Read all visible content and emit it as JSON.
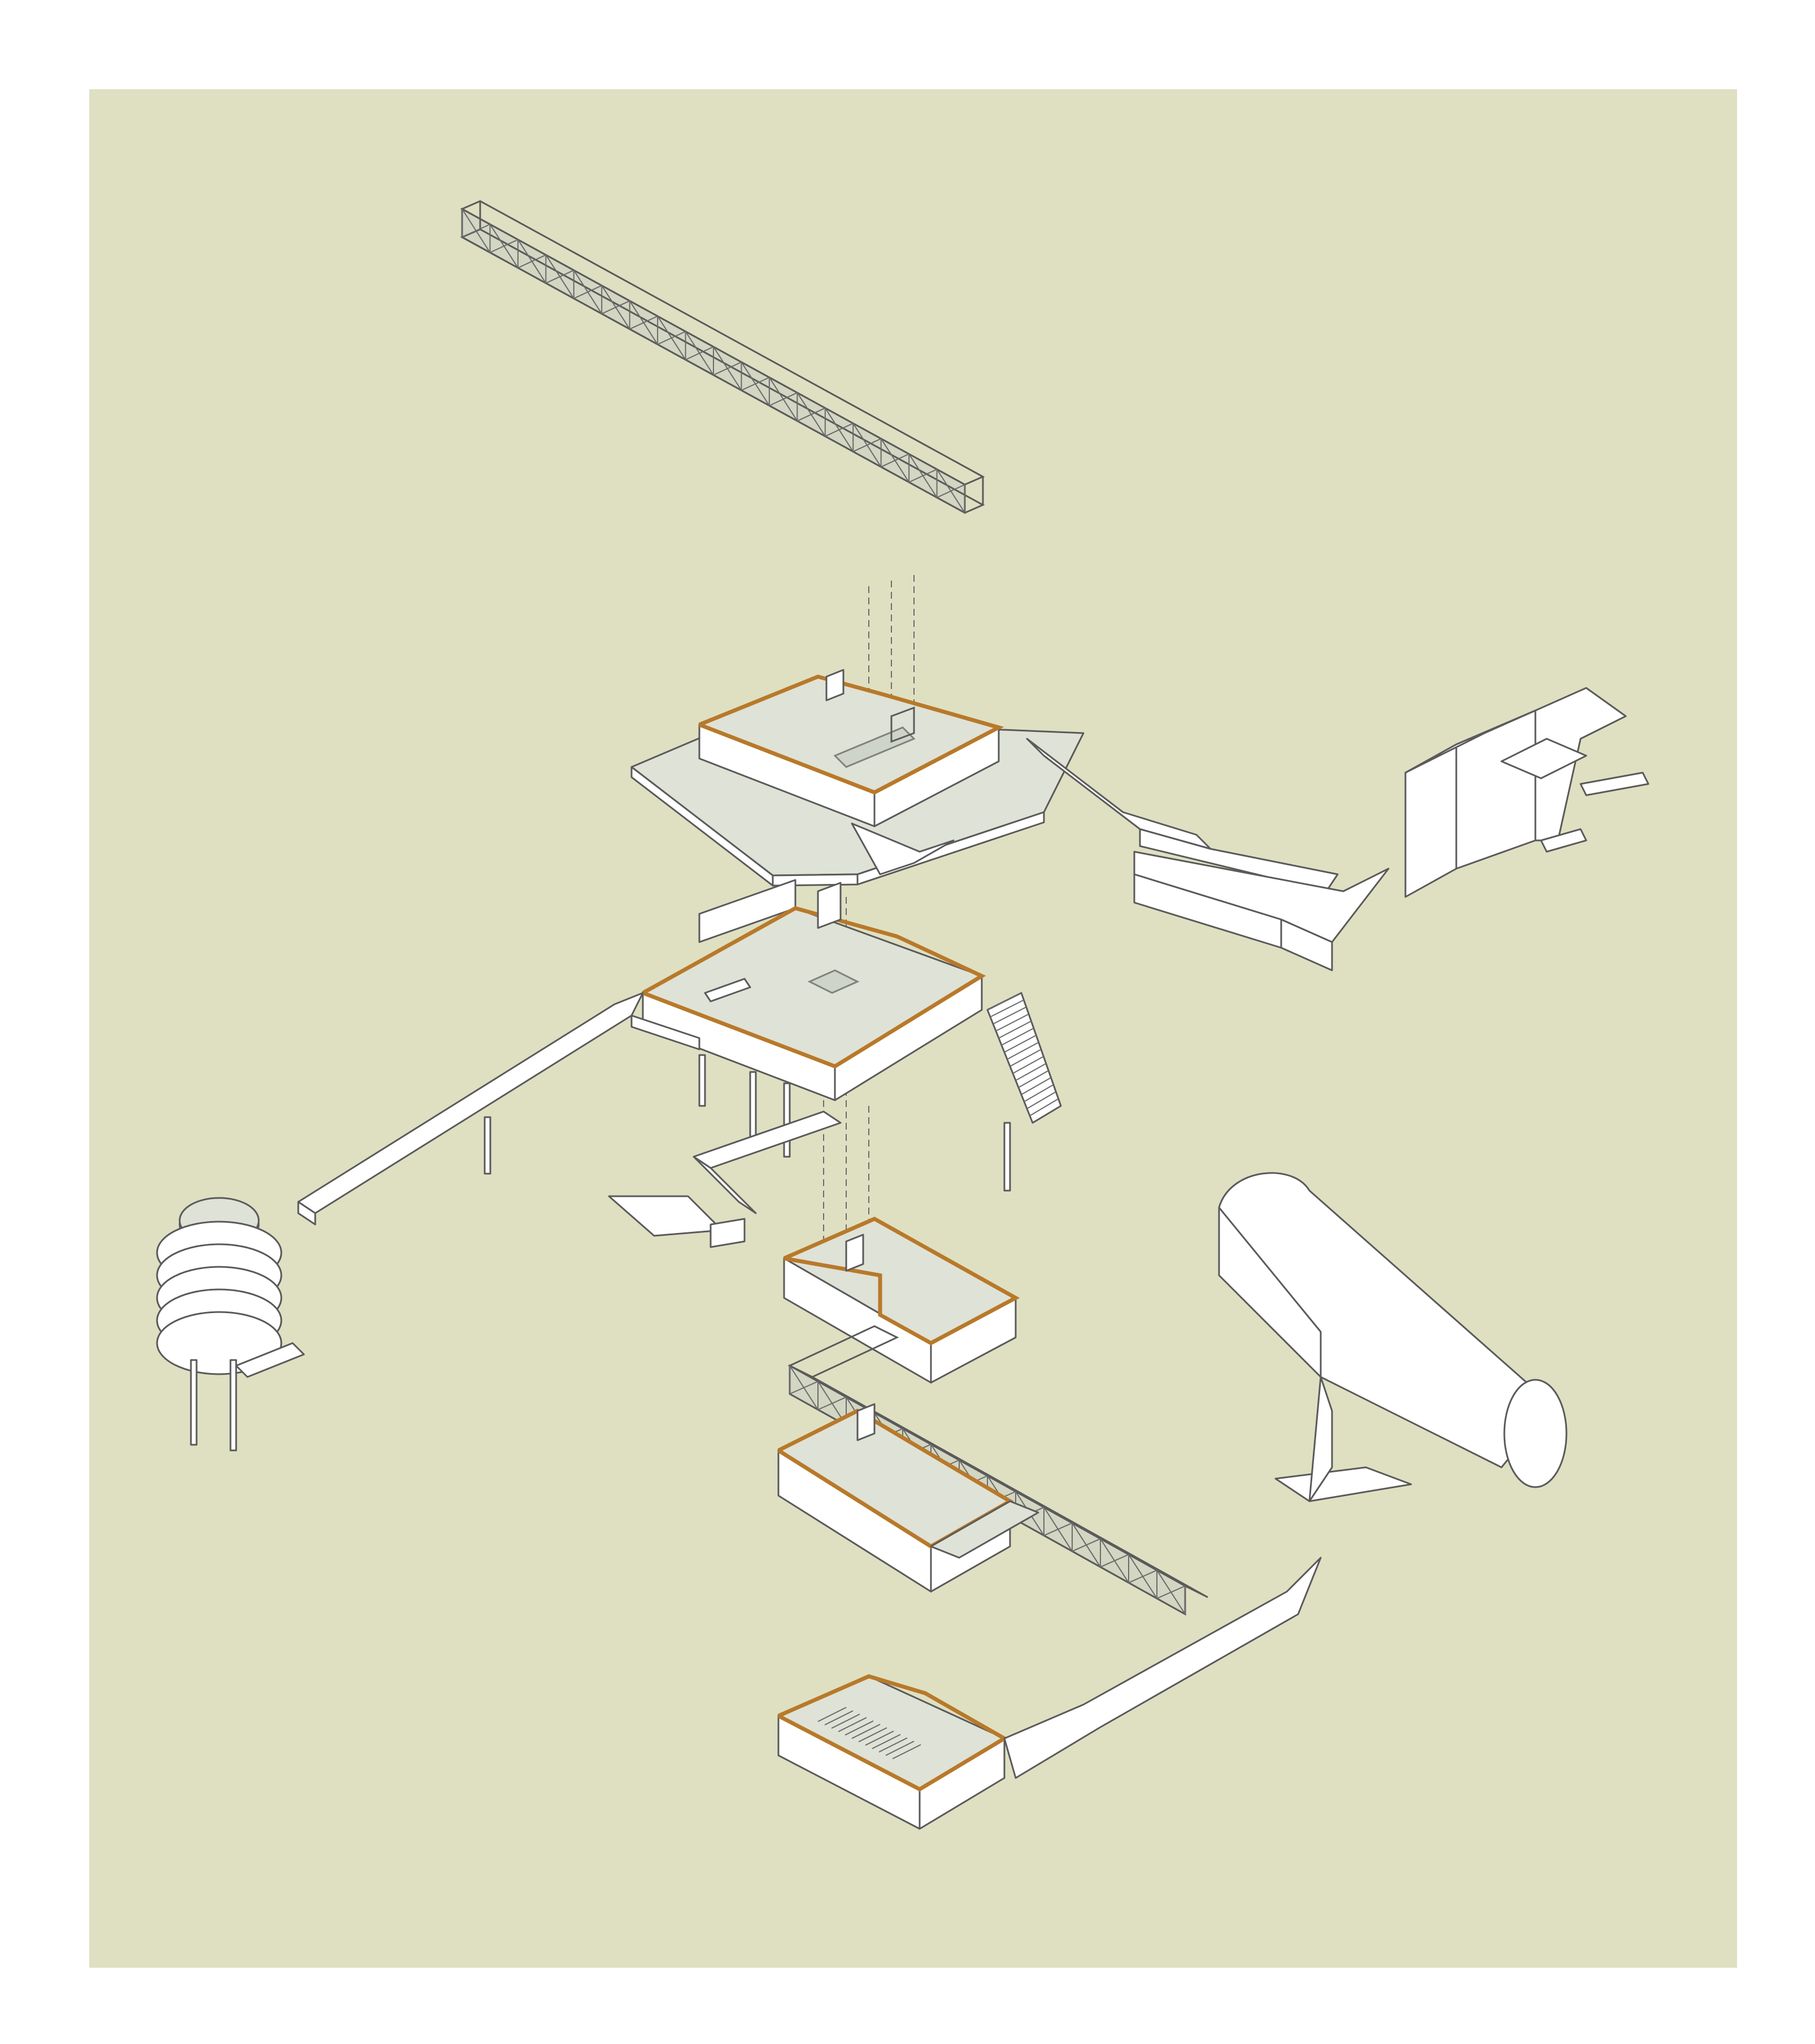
{
  "colors": {
    "page_background": "#ffffff",
    "panel_background": "#dfe0c2",
    "floor_fill": "#dfe2d6",
    "wall_fill": "#ffffff",
    "line": "#5a5a5a",
    "section_cut": "#b8792a"
  },
  "drawing": {
    "kind": "exploded axonometric",
    "components": [
      "roof-truss-bridge",
      "roof-slab",
      "upper-floor",
      "entrance-pavilion",
      "main-floor",
      "spiral-ramp-tower",
      "stair-bridge",
      "middle-floor",
      "lower-truss-bridge",
      "lower-floor",
      "basement-floor",
      "tunnel"
    ]
  }
}
